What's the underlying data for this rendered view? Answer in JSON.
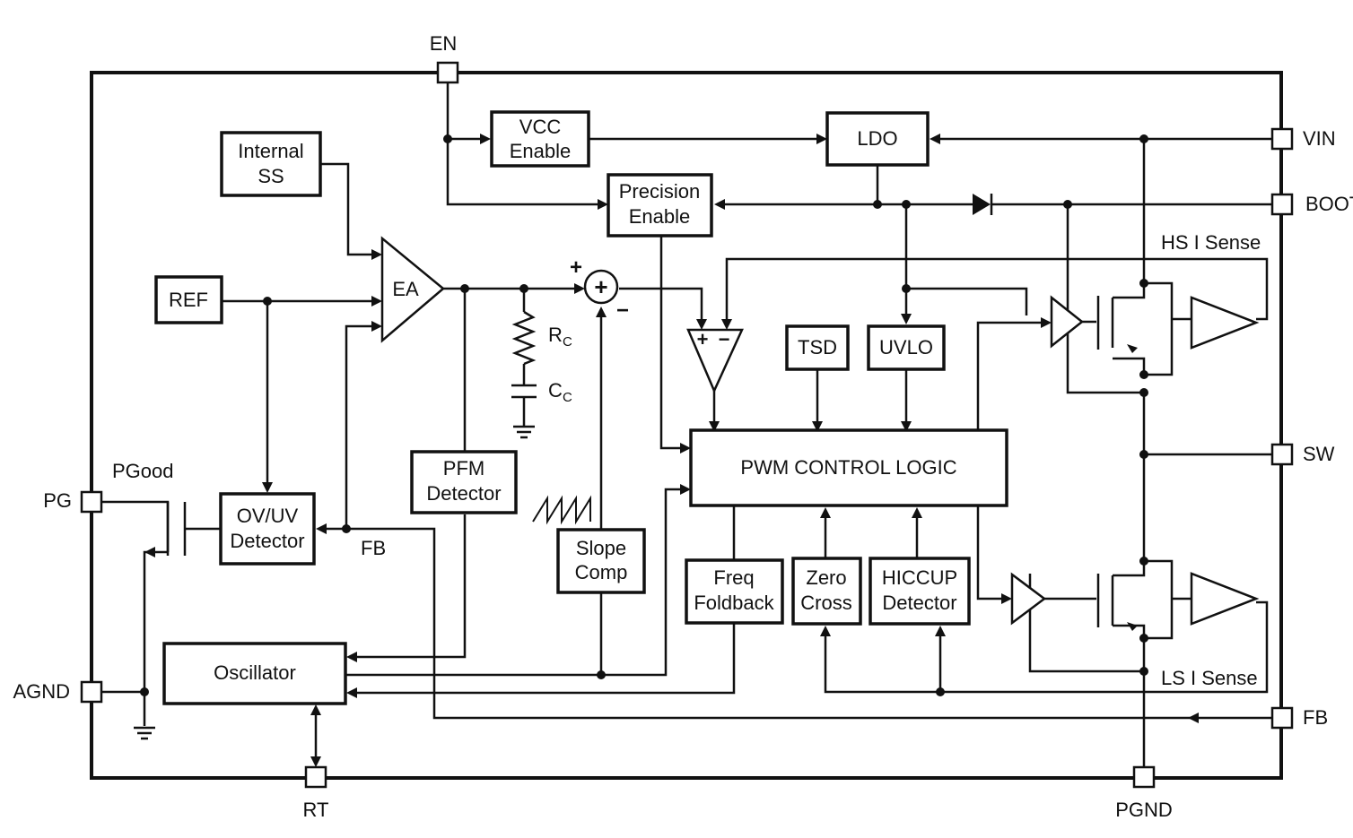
{
  "pins": {
    "en": "EN",
    "vin": "VIN",
    "boot": "BOOT",
    "sw": "SW",
    "fb_right": "FB",
    "pgnd": "PGND",
    "rt": "RT",
    "agnd": "AGND",
    "pg": "PG"
  },
  "blocks": {
    "internal_ss_1": "Internal",
    "internal_ss_2": "SS",
    "vcc_enable_1": "VCC",
    "vcc_enable_2": "Enable",
    "ldo": "LDO",
    "precision_enable_1": "Precision",
    "precision_enable_2": "Enable",
    "ref": "REF",
    "ea": "EA",
    "tsd": "TSD",
    "uvlo": "UVLO",
    "pwm_logic": "PWM CONTROL LOGIC",
    "pfm_detector_1": "PFM",
    "pfm_detector_2": "Detector",
    "ovuv_detector_1": "OV/UV",
    "ovuv_detector_2": "Detector",
    "slope_comp_1": "Slope",
    "slope_comp_2": "Comp",
    "freq_foldback_1": "Freq",
    "freq_foldback_2": "Foldback",
    "zero_cross_1": "Zero",
    "zero_cross_2": "Cross",
    "hiccup_detector_1": "HICCUP",
    "hiccup_detector_2": "Detector",
    "oscillator": "Oscillator"
  },
  "labels": {
    "pgood": "PGood",
    "fb_internal": "FB",
    "hs_sense": "HS I Sense",
    "ls_sense": "LS I Sense",
    "rc_main": "R",
    "rc_sub": "C",
    "cc_main": "C",
    "cc_sub": "C",
    "sum_plus": "+",
    "sum_minus": "−",
    "sum_symbol": "+",
    "comp_plus": "+",
    "comp_minus": "−"
  }
}
